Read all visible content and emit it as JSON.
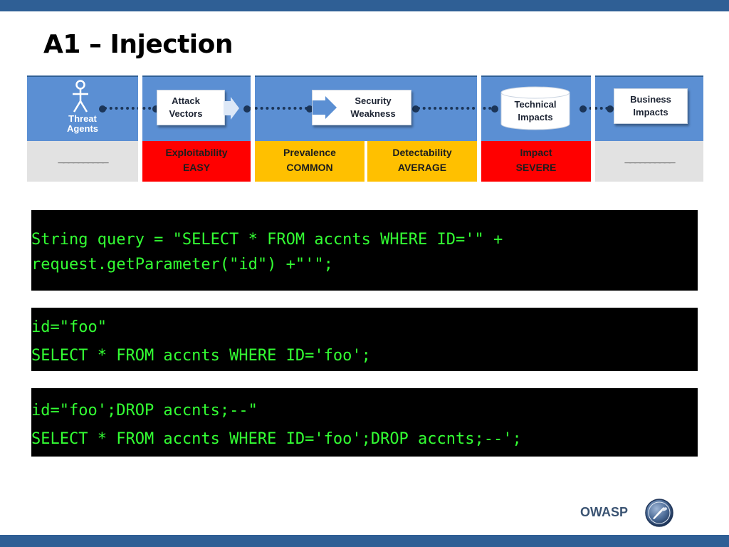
{
  "slide": {
    "title": "A1 – Injection"
  },
  "risk_diagram": {
    "agent_label_1": "Threat",
    "agent_label_2": "Agents",
    "attack_vectors_1": "Attack",
    "attack_vectors_2": "Vectors",
    "security_weakness_1": "Security",
    "security_weakness_2": "Weakness",
    "technical_impacts_1": "Technical",
    "technical_impacts_2": "Impacts",
    "business_impacts_1": "Business",
    "business_impacts_2": "Impacts",
    "agents_value": "__________",
    "exploitability_label": "Exploitability",
    "exploitability_value": "EASY",
    "prevalence_label": "Prevalence",
    "prevalence_value": "COMMON",
    "detectability_label": "Detectability",
    "detectability_value": "AVERAGE",
    "impact_label": "Impact",
    "impact_value": "SEVERE",
    "business_value": "__________",
    "colors": {
      "header_blue": "#5b8fd3",
      "red": "#ff0000",
      "yellow": "#ffc000",
      "gray": "#e2e2e2"
    }
  },
  "code": {
    "block1_line1": "String query = \"SELECT * FROM accnts WHERE ID='\" +",
    "block1_line2": "request.getParameter(\"id\") +\"'\";",
    "block2_line1": "id=\"foo\"",
    "block2_line2": "SELECT * FROM accnts WHERE ID='foo';",
    "block3_line1": "id=\"foo';DROP accnts;--\"",
    "block3_line2": "SELECT * FROM accnts WHERE ID='foo';DROP accnts;--';",
    "text_color": "#33ff33"
  },
  "footer": {
    "brand": "OWASP",
    "logo_icon": "owasp-wasp-logo-icon"
  }
}
